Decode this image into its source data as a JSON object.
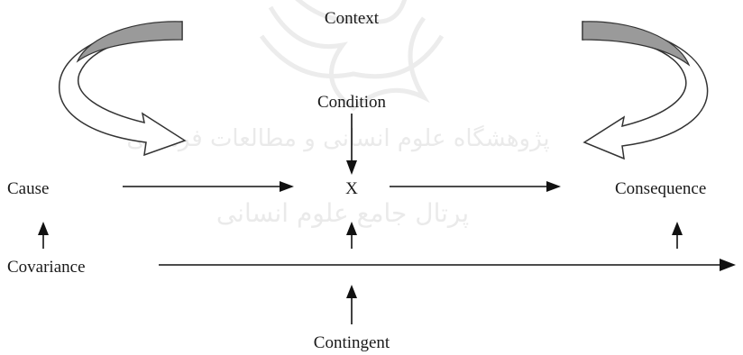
{
  "labels": {
    "context": "Context",
    "condition": "Condition",
    "cause": "Cause",
    "x": "X",
    "consequence": "Consequence",
    "covariance": "Covariance",
    "contingent": "Contingent"
  },
  "watermark": {
    "line1": "پژوهشگاه علوم انسانی و مطالعات فرهنگی",
    "line2": "پرتال جامع علوم انسانی"
  }
}
